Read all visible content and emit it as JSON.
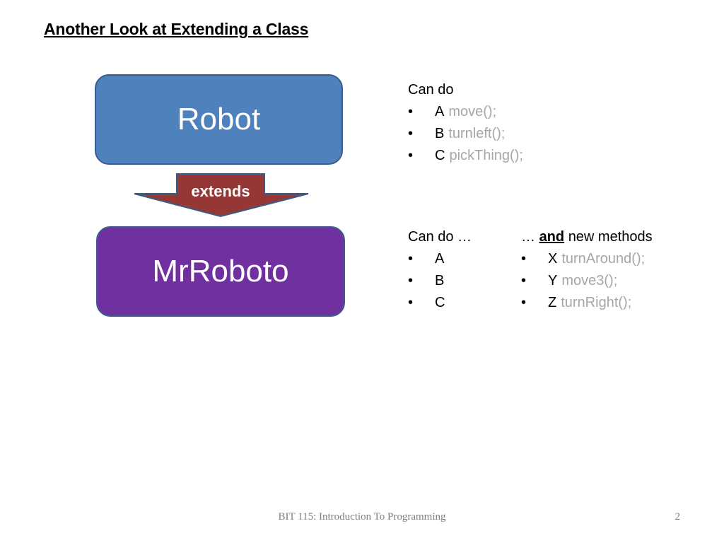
{
  "slide": {
    "title": "Another Look at Extending a Class"
  },
  "diagram": {
    "parent_class": "Robot",
    "relation": "extends",
    "child_class": "MrRoboto",
    "colors": {
      "parent_fill": "#4f81bd",
      "child_fill": "#7030a0",
      "arrow_fill": "#953735",
      "border": "#385d8a"
    }
  },
  "robot_methods": {
    "heading": "Can do",
    "items": [
      {
        "bullet": "•",
        "letter": "A",
        "method": "move();"
      },
      {
        "bullet": "•",
        "letter": "B",
        "method": "turnleft();"
      },
      {
        "bullet": "•",
        "letter": "C",
        "method": "pickThing();"
      }
    ]
  },
  "mrroboto_inherited": {
    "heading": "Can do …",
    "items": [
      {
        "bullet": "•",
        "letter": "A"
      },
      {
        "bullet": "•",
        "letter": "B"
      },
      {
        "bullet": "•",
        "letter": "C"
      }
    ]
  },
  "mrroboto_new": {
    "heading_prefix": "…",
    "heading_and": "and",
    "heading_suffix": "new methods",
    "items": [
      {
        "bullet": "•",
        "letter": "X",
        "method": "turnAround();"
      },
      {
        "bullet": "•",
        "letter": "Y",
        "method": "move3();"
      },
      {
        "bullet": "•",
        "letter": "Z",
        "method": "turnRight();"
      }
    ]
  },
  "footer": {
    "text": "BIT 115: Introduction To Programming",
    "page_number": "2"
  }
}
